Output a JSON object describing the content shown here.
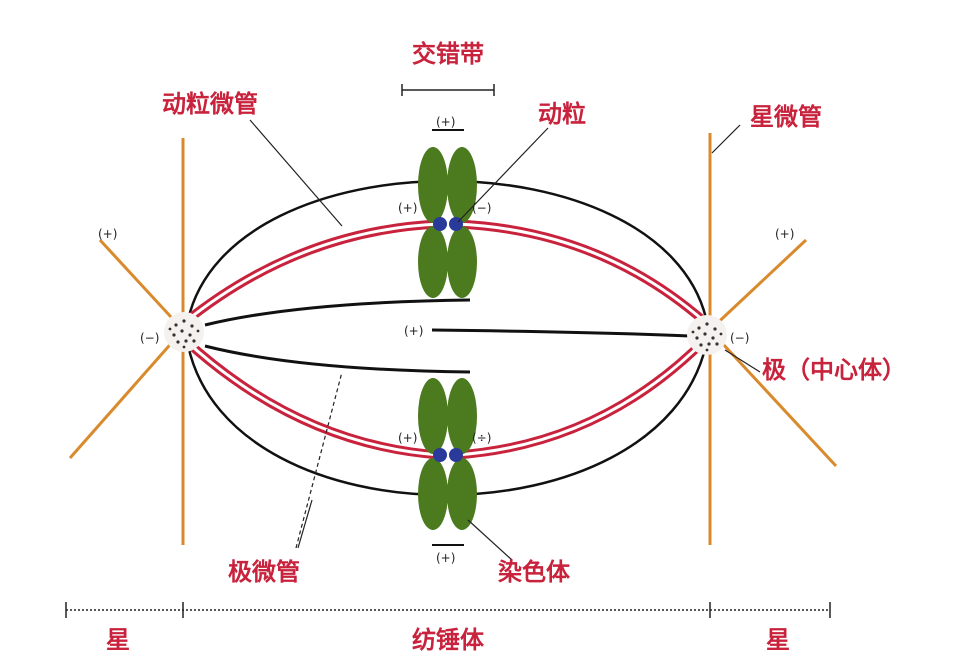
{
  "labels": {
    "overlap_zone": "交错带",
    "kinetochore_mt": "动粒微管",
    "kinetochore": "动粒",
    "astral_mt": "星微管",
    "pole": "极（中心体）",
    "polar_mt": "极微管",
    "chromosome": "染色体",
    "aster_left": "星",
    "spindle": "纺锤体",
    "aster_right": "星"
  },
  "signs": {
    "plus": "(+)",
    "minus": "(−)",
    "plus_alt": "(÷)"
  },
  "colors": {
    "label_red": "#c8223c",
    "kinetochore_mt": "#c8223c",
    "astral_mt": "#d98a2c",
    "polar_mt": "#111111",
    "chromosome": "#4c7a1e",
    "kinetochore": "#2a3a9a"
  }
}
